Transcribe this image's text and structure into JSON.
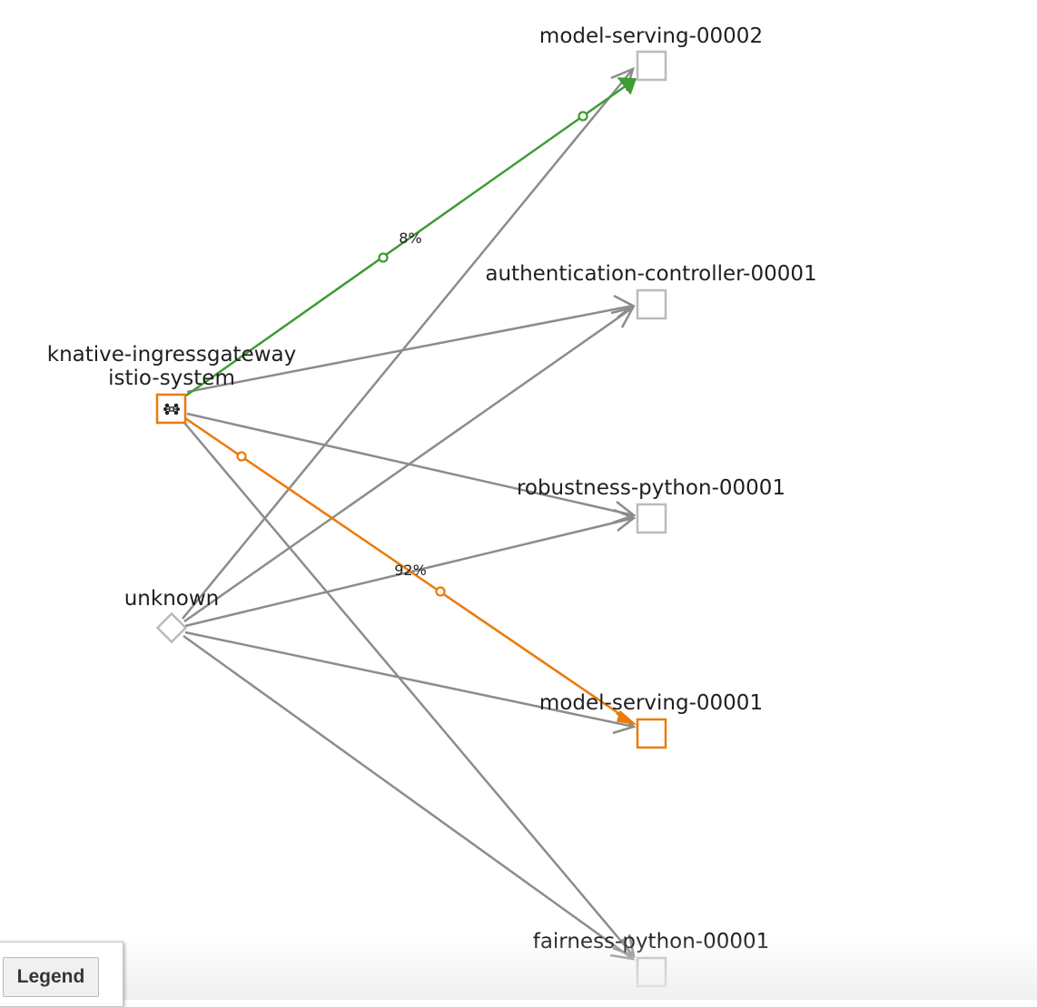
{
  "colors": {
    "edge_default": "#8c8c8c",
    "edge_success": "#3e9c35",
    "edge_highlight": "#ec7a08",
    "node_border": "#bbbbbb",
    "node_selected": "#ec7a08"
  },
  "nodes": {
    "ingress": {
      "name": "knative-ingressgateway",
      "namespace": "istio-system",
      "icon": "istio-mesh-icon"
    },
    "unknown": {
      "name": "unknown"
    },
    "model_serving_2": {
      "name": "model-serving-00002"
    },
    "authentication": {
      "name": "authentication-controller-00001"
    },
    "robustness": {
      "name": "robustness-python-00001"
    },
    "model_serving_1": {
      "name": "model-serving-00001"
    },
    "fairness": {
      "name": "fairness-python-00001"
    }
  },
  "edges": {
    "ingress_to_model_serving_2": {
      "label": "8%"
    },
    "ingress_to_model_serving_1": {
      "label": "92%"
    }
  },
  "legend": {
    "label": "Legend"
  }
}
